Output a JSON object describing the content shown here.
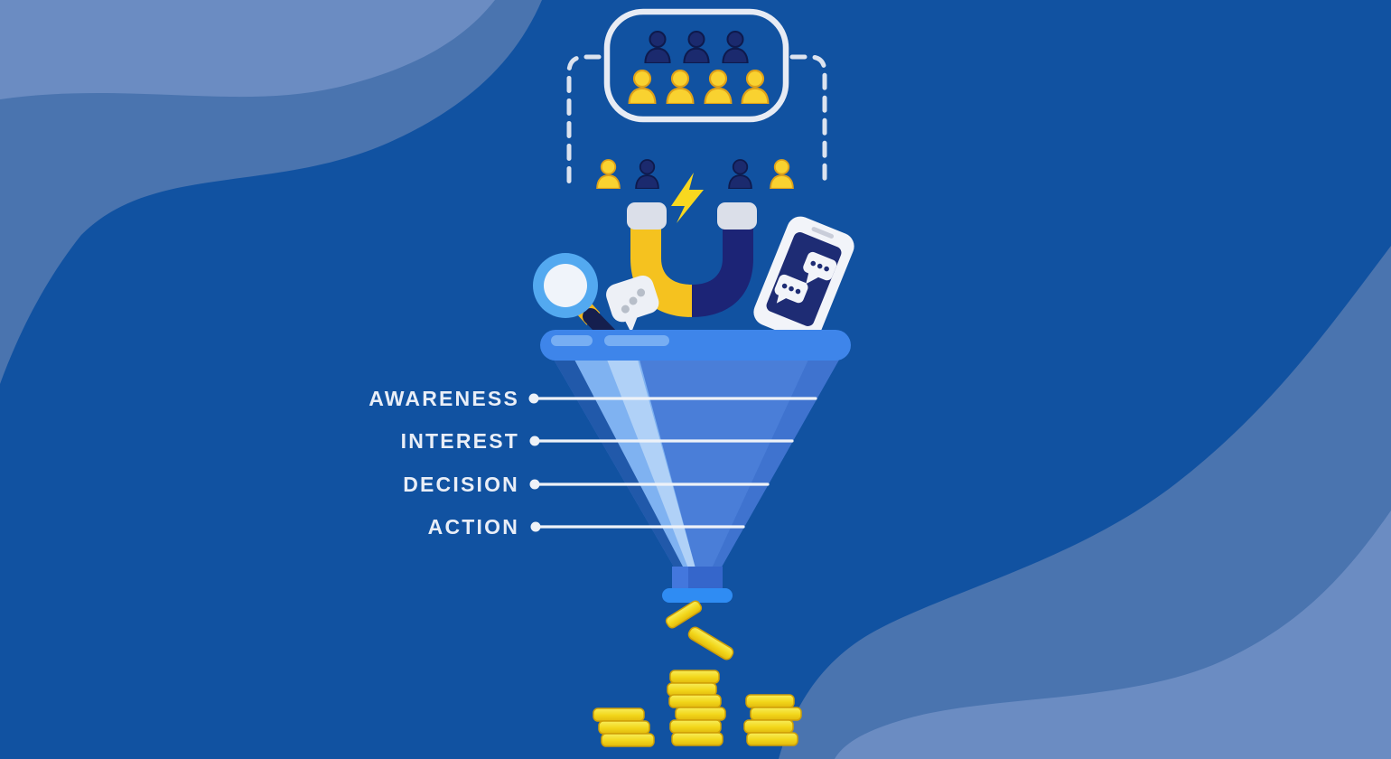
{
  "funnel": {
    "stages": [
      {
        "label": "AWARENESS"
      },
      {
        "label": "INTEREST"
      },
      {
        "label": "DECISION"
      },
      {
        "label": "ACTION"
      }
    ]
  },
  "icons": {
    "audience_box": "audience-group-icon",
    "dashed_bracket": "dashed-bracket",
    "attracted_people": "person-icons",
    "lightning": "lightning-bolt-icon",
    "magnet": "magnet-icon",
    "magnifier": "magnifying-glass-icon",
    "speech_bubble": "speech-bubble-icon",
    "phone": "smartphone-chat-icon",
    "funnel": "funnel-icon",
    "coins": "coin-stacks-icon"
  },
  "colors": {
    "background": "#1152a1",
    "wave_mid": "#4a74af",
    "wave_light": "#6b8cc2",
    "navy": "#1b2a6e",
    "yellow": "#f9d230",
    "coin_yellow": "#f2d61a",
    "funnel_body": "#4a7ed8",
    "funnel_rim": "#3e85ea",
    "funnel_spout_band": "#2f8cf3",
    "line_white": "#eef2f8"
  }
}
